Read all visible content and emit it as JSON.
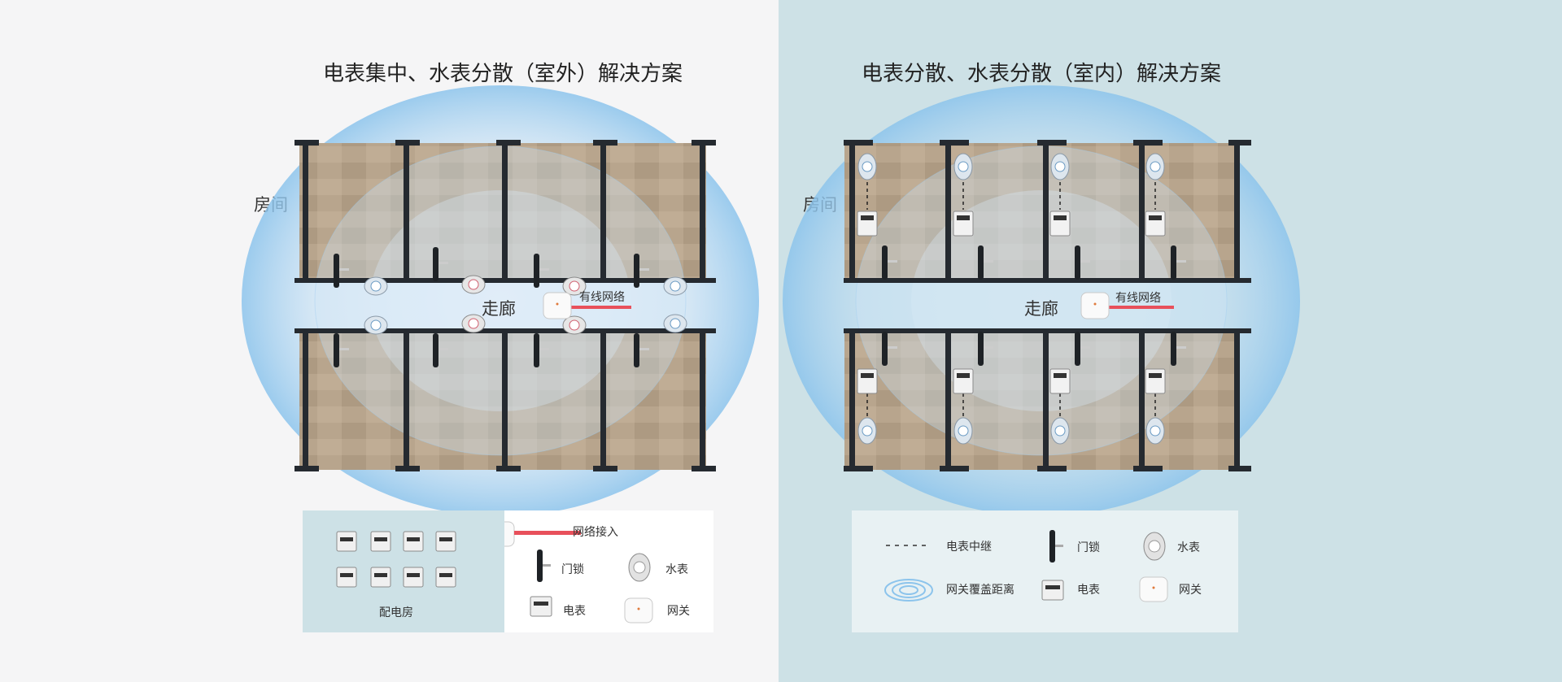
{
  "left": {
    "title": "电表集中、水表分散（室外）解决方案",
    "room_label": "房间",
    "corridor_label": "走廊",
    "wired_label": "有线网络",
    "legend": {
      "power_room_label": "配电房",
      "network_access": "网络接入",
      "door_lock": "门锁",
      "water_meter": "水表",
      "electric_meter": "电表",
      "gateway": "网关"
    }
  },
  "right": {
    "title": "电表分散、水表分散（室内）解决方案",
    "room_label": "房间",
    "corridor_label": "走廊",
    "wired_label": "有线网络",
    "legend": {
      "meter_relay": "电表中继",
      "door_lock": "门锁",
      "water_meter": "水表",
      "coverage": "网关覆盖距离",
      "electric_meter": "电表",
      "gateway": "网关"
    }
  },
  "colors": {
    "wired_line": "#e8505b",
    "coverage": "#8cc4ec",
    "floor": "#b49f86",
    "wall": "#252a30"
  },
  "icons": [
    "door-lock-icon",
    "water-meter-icon",
    "electric-meter-icon",
    "gateway-icon",
    "coverage-icon",
    "relay-dash-icon"
  ]
}
